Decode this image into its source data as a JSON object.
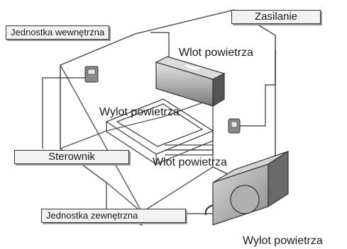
{
  "labels": {
    "indoor_unit": "Jednostka wewnętrzna",
    "power_supply": "Zasilanie",
    "controller": "Sterownik",
    "outdoor_unit": "Jednostka zewnętrzna",
    "indoor_air_inlet": "Wlot powietrza",
    "indoor_air_outlet": "Wylot powietrza",
    "outdoor_air_inlet": "Wlot powietrza",
    "outdoor_air_outlet": "Wylot powietrza"
  },
  "colors": {
    "line": "#333333",
    "wall_fill": "#ffffff",
    "unit_dark": "#4a4a4a",
    "unit_mid": "#8a8a8a",
    "unit_light": "#cfcfcf",
    "label_bg": "#f2f2f2"
  }
}
